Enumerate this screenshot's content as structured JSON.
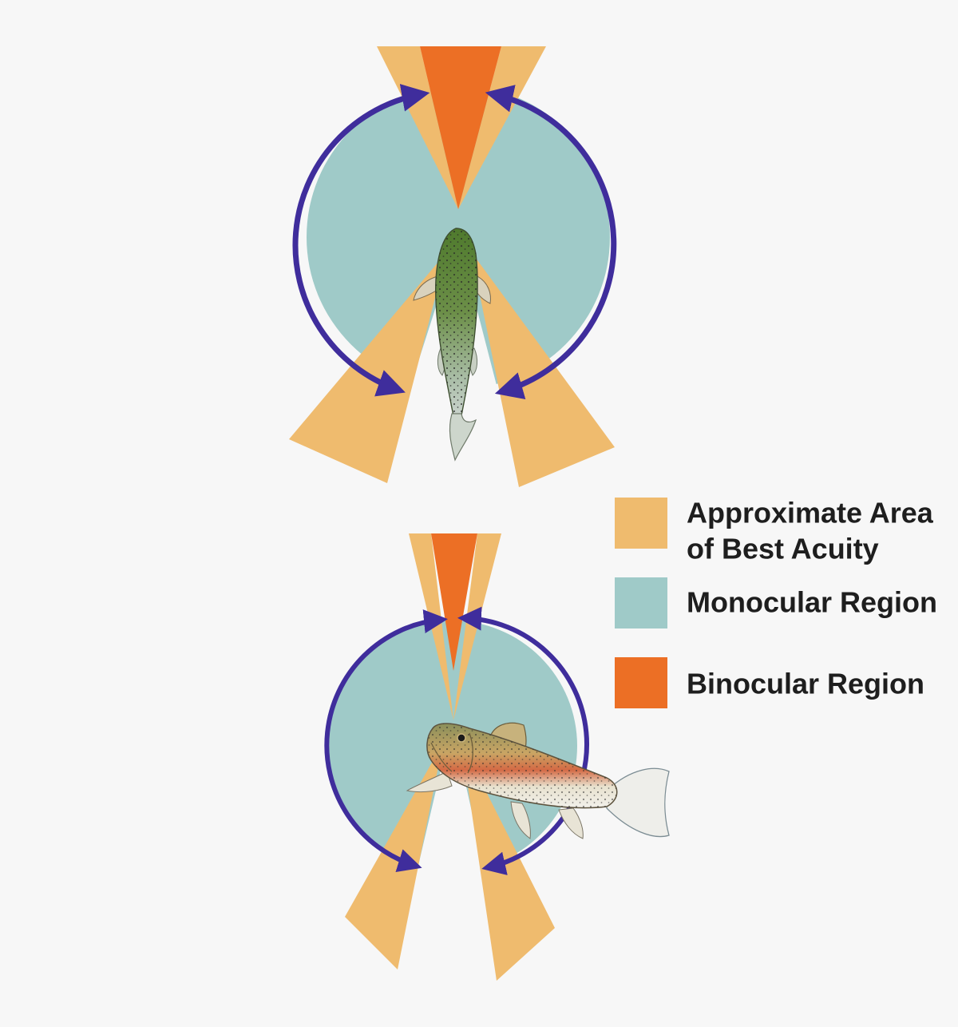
{
  "colors": {
    "background": "#f7f7f7",
    "acuity": "#efbb6e",
    "monocular": "#9fcac8",
    "binocular": "#ec6f25",
    "arrow": "#3f2d9c"
  },
  "legend": {
    "acuity": {
      "line1": "Approximate Area",
      "line2": "of Best Acuity"
    },
    "monocular": {
      "label": "Monocular Region"
    },
    "binocular": {
      "label": "Binocular Region"
    }
  },
  "figures": [
    {
      "view": "top view",
      "subject": "trout-top-view"
    },
    {
      "view": "side view",
      "subject": "trout-side-view"
    }
  ]
}
